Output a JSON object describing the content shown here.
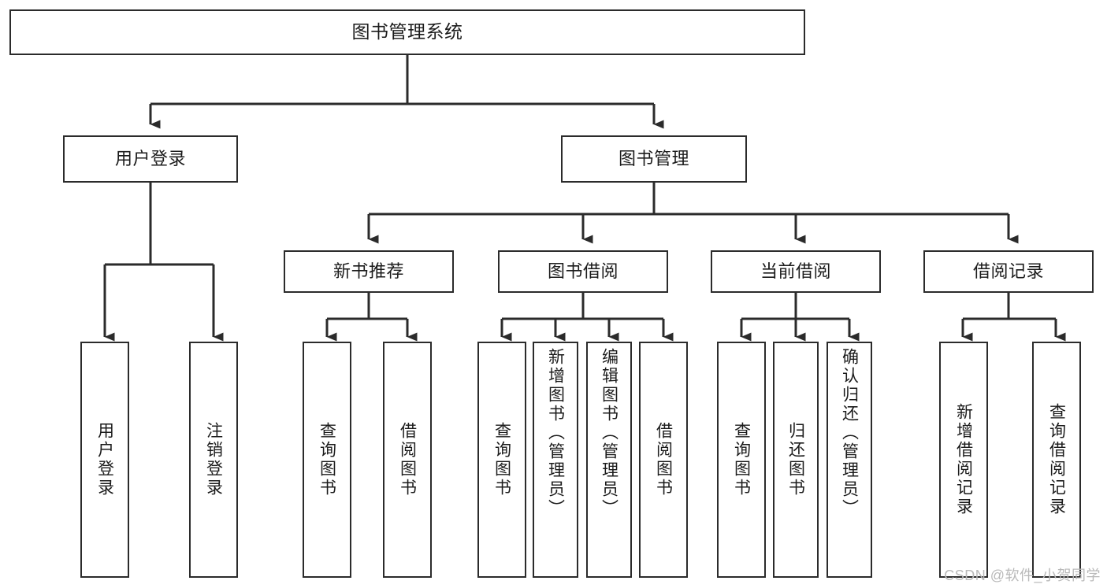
{
  "diagram": {
    "title": "图书管理系统",
    "type": "hierarchy-tree",
    "watermark": "CSDN @软件_小贺同学",
    "colors": {
      "stroke": "#2b2b2b",
      "fill": "#ffffff",
      "text": "#1b1b1b",
      "watermark": "#b9b9b9"
    },
    "nodes": {
      "root": {
        "label": "图书管理系统"
      },
      "level2": [
        {
          "id": "user-login",
          "label": "用户登录"
        },
        {
          "id": "book-manage",
          "label": "图书管理"
        }
      ],
      "level3": [
        {
          "id": "new-book-rec",
          "label": "新书推荐"
        },
        {
          "id": "book-borrow",
          "label": "图书借阅"
        },
        {
          "id": "current-borrow",
          "label": "当前借阅"
        },
        {
          "id": "borrow-record",
          "label": "借阅记录"
        }
      ],
      "leaves": {
        "user_login": [
          {
            "id": "leaf-user-login",
            "label": "用户登录"
          },
          {
            "id": "leaf-logout",
            "label": "注销登录"
          }
        ],
        "new_book_rec": [
          {
            "id": "leaf-query-book-1",
            "label": "查询图书"
          },
          {
            "id": "leaf-borrow-book-1",
            "label": "借阅图书"
          }
        ],
        "book_borrow": [
          {
            "id": "leaf-query-book-2",
            "label": "查询图书"
          },
          {
            "id": "leaf-add-book",
            "label": "新增图书（管理员）"
          },
          {
            "id": "leaf-edit-book",
            "label": "编辑图书（管理员）"
          },
          {
            "id": "leaf-borrow-book-2",
            "label": "借阅图书"
          }
        ],
        "current_borrow": [
          {
            "id": "leaf-query-book-3",
            "label": "查询图书"
          },
          {
            "id": "leaf-return-book",
            "label": "归还图书"
          },
          {
            "id": "leaf-confirm-return",
            "label": "确认归还（管理员）"
          }
        ],
        "borrow_record": [
          {
            "id": "leaf-add-record",
            "label": "新增借阅记录"
          },
          {
            "id": "leaf-query-record",
            "label": "查询借阅记录"
          }
        ]
      }
    }
  }
}
